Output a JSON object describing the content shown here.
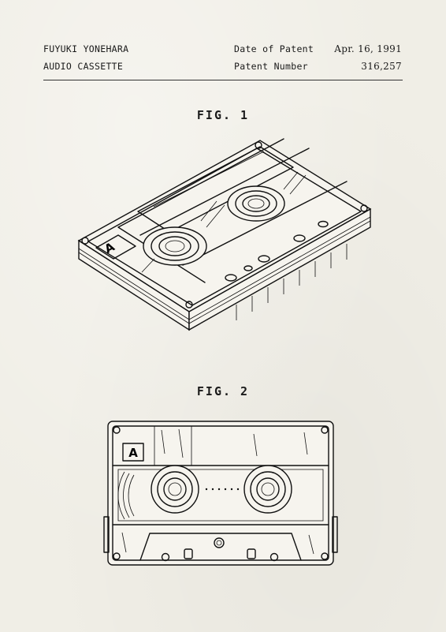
{
  "header": {
    "inventor": "FUYUKI YONEHARA",
    "title": "AUDIO CASSETTE",
    "date_label": "Date of Patent",
    "date_value": "Apr. 16, 1991",
    "number_label": "Patent Number",
    "number_value": "316,257"
  },
  "figures": {
    "fig1_label": "FIG. 1",
    "fig2_label": "FIG. 2",
    "side_letter": "A"
  },
  "colors": {
    "paper": "#f0eee6",
    "ink": "#111111"
  }
}
